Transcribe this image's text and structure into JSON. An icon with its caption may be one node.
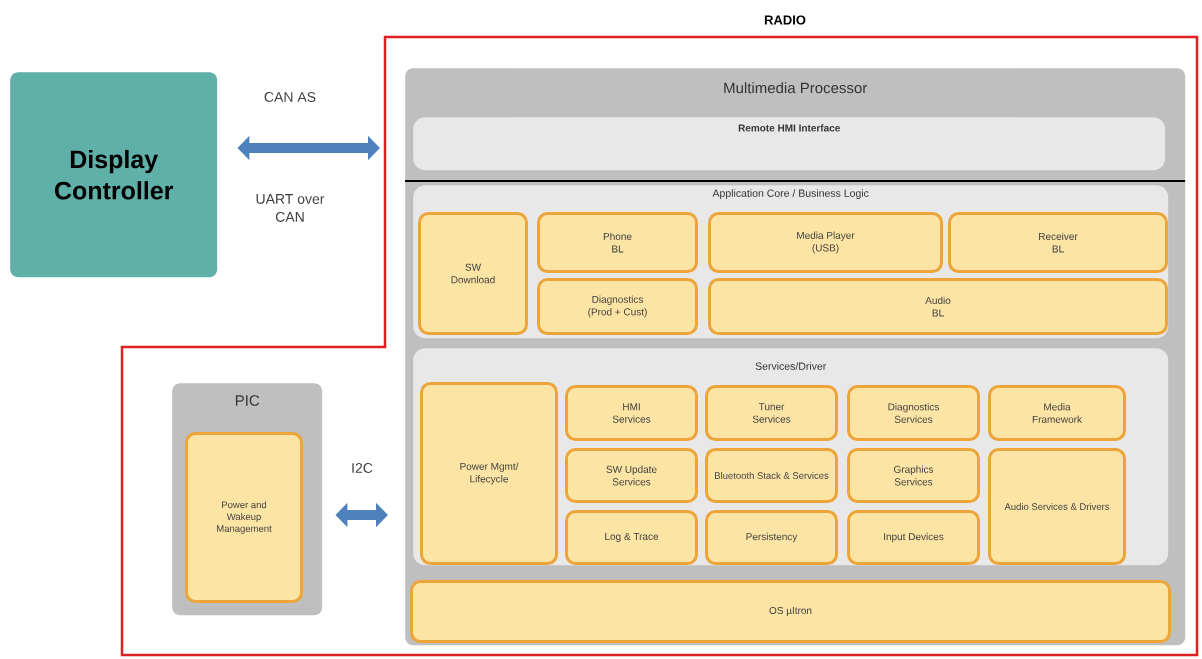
{
  "diagram": {
    "nodes": [
      {
        "text": [
          "RADIO"
        ]
      },
      {
        "text": [
          "Display Controller"
        ]
      },
      {
        "text": [
          "Multimedia Processor"
        ],
        "in": 0
      },
      {
        "text": [
          "Remote HMI Interface"
        ],
        "in": 2
      },
      {
        "text": [
          "Application Core / Business Logic"
        ],
        "in": 2
      },
      {
        "text": [
          "SW Download"
        ],
        "in": 4
      },
      {
        "text": [
          "Phone BL"
        ],
        "in": 4
      },
      {
        "text": [
          "Media Player (USB)"
        ],
        "in": 4
      },
      {
        "text": [
          "Receiver BL"
        ],
        "in": 4
      },
      {
        "text": [
          "Diagnostics (Prod + Cust)"
        ],
        "in": 4
      },
      {
        "text": [
          "Audio BL"
        ],
        "in": 4
      },
      {
        "text": [
          "Services/Driver"
        ],
        "in": 2
      },
      {
        "text": [
          "Power Mgmt/ Lifecycle"
        ],
        "in": 11
      },
      {
        "text": [
          "HMI Services"
        ],
        "in": 11
      },
      {
        "text": [
          "Tuner Services"
        ],
        "in": 11
      },
      {
        "text": [
          "Diagnostics Services"
        ],
        "in": 11
      },
      {
        "text": [
          "Media Framework"
        ],
        "in": 11
      },
      {
        "text": [
          "SW Update Services"
        ],
        "in": 11
      },
      {
        "text": [
          "Bluetooth Stack & Services"
        ],
        "in": 11
      },
      {
        "text": [
          "Graphics Services"
        ],
        "in": 11
      },
      {
        "text": [
          "Audio Services & Drivers"
        ],
        "in": 11
      },
      {
        "text": [
          "Log & Trace"
        ],
        "in": 11
      },
      {
        "text": [
          "Persistency"
        ],
        "in": 11
      },
      {
        "text": [
          "Input Devices"
        ],
        "in": 11
      },
      {
        "text": [
          "OS µItron"
        ],
        "in": 2
      },
      {
        "text": [
          "PIC"
        ],
        "in": 0
      },
      {
        "text": [
          "Power and Wakeup Management"
        ],
        "in": 25
      }
    ],
    "edges": [
      {
        "from": 1,
        "to": 2,
        "arrow": "both",
        "label": "CAN AS"
      },
      {
        "from": 25,
        "to": 2,
        "arrow": "both",
        "label": "I2C"
      }
    ],
    "labels": [
      "UART over CAN"
    ]
  }
}
